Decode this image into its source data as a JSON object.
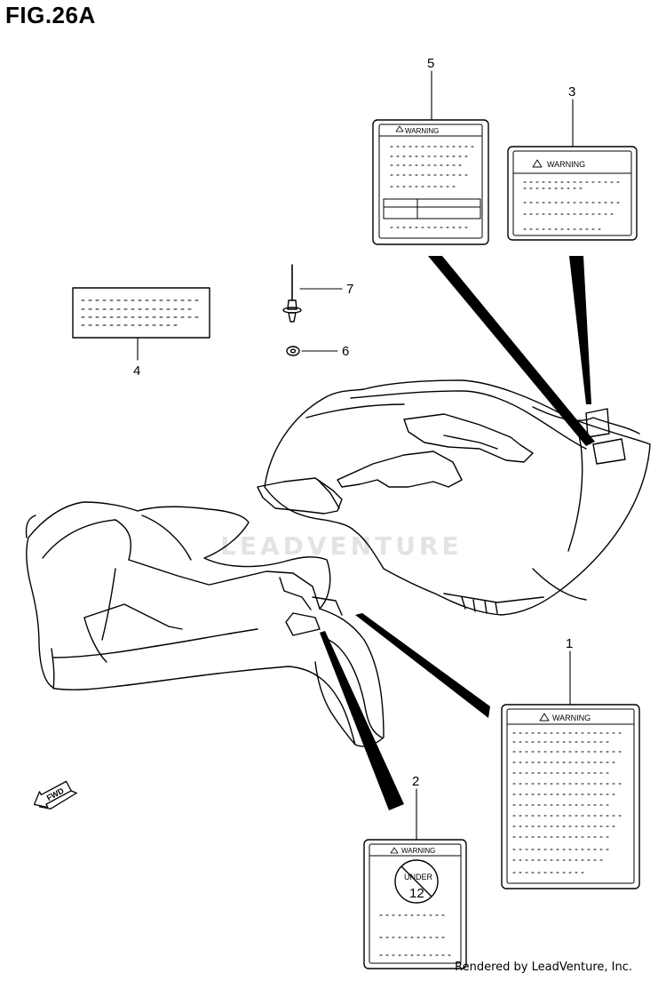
{
  "figure": {
    "title": "FIG.26A",
    "credit": "Rendered by LeadVenture, Inc.",
    "watermark": "LEADVENTURE"
  },
  "callouts": [
    {
      "id": "1",
      "label": "1"
    },
    {
      "id": "2",
      "label": "2"
    },
    {
      "id": "3",
      "label": "3"
    },
    {
      "id": "4",
      "label": "4"
    },
    {
      "id": "5",
      "label": "5"
    },
    {
      "id": "6",
      "label": "6"
    },
    {
      "id": "7",
      "label": "7"
    }
  ],
  "labels": {
    "label5_header": "WARNING",
    "label3_header": "WARNING",
    "label1_header": "WARNING",
    "label2_header": "WARNING",
    "label2_badge_top": "UNDER",
    "label2_badge_num": "12",
    "fwd_arrow": "FWD"
  }
}
